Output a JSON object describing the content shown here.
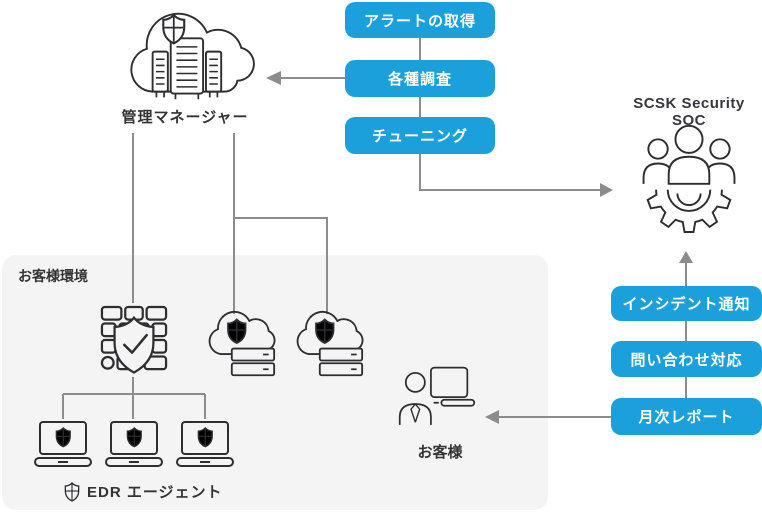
{
  "colors": {
    "accent_blue": "#1ba0dc",
    "connector_gray": "#8c8c8c",
    "icon_stroke": "#2e2e30",
    "panel_background": "#f4f4f5"
  },
  "manager": {
    "label": "管理マネージャー"
  },
  "soc": {
    "label": "SCSK Security SOC"
  },
  "soc_actions": {
    "alert": "アラートの取得",
    "investigate": "各種調査",
    "tuning": "チューニング"
  },
  "customer_env": {
    "title": "お客様環境",
    "edr_agent_label": "EDR エージェント"
  },
  "customer": {
    "label": "お客様"
  },
  "customer_actions": {
    "incident": "インシデント通知",
    "inquiry": "問い合わせ対応",
    "report": "月次レポート"
  }
}
